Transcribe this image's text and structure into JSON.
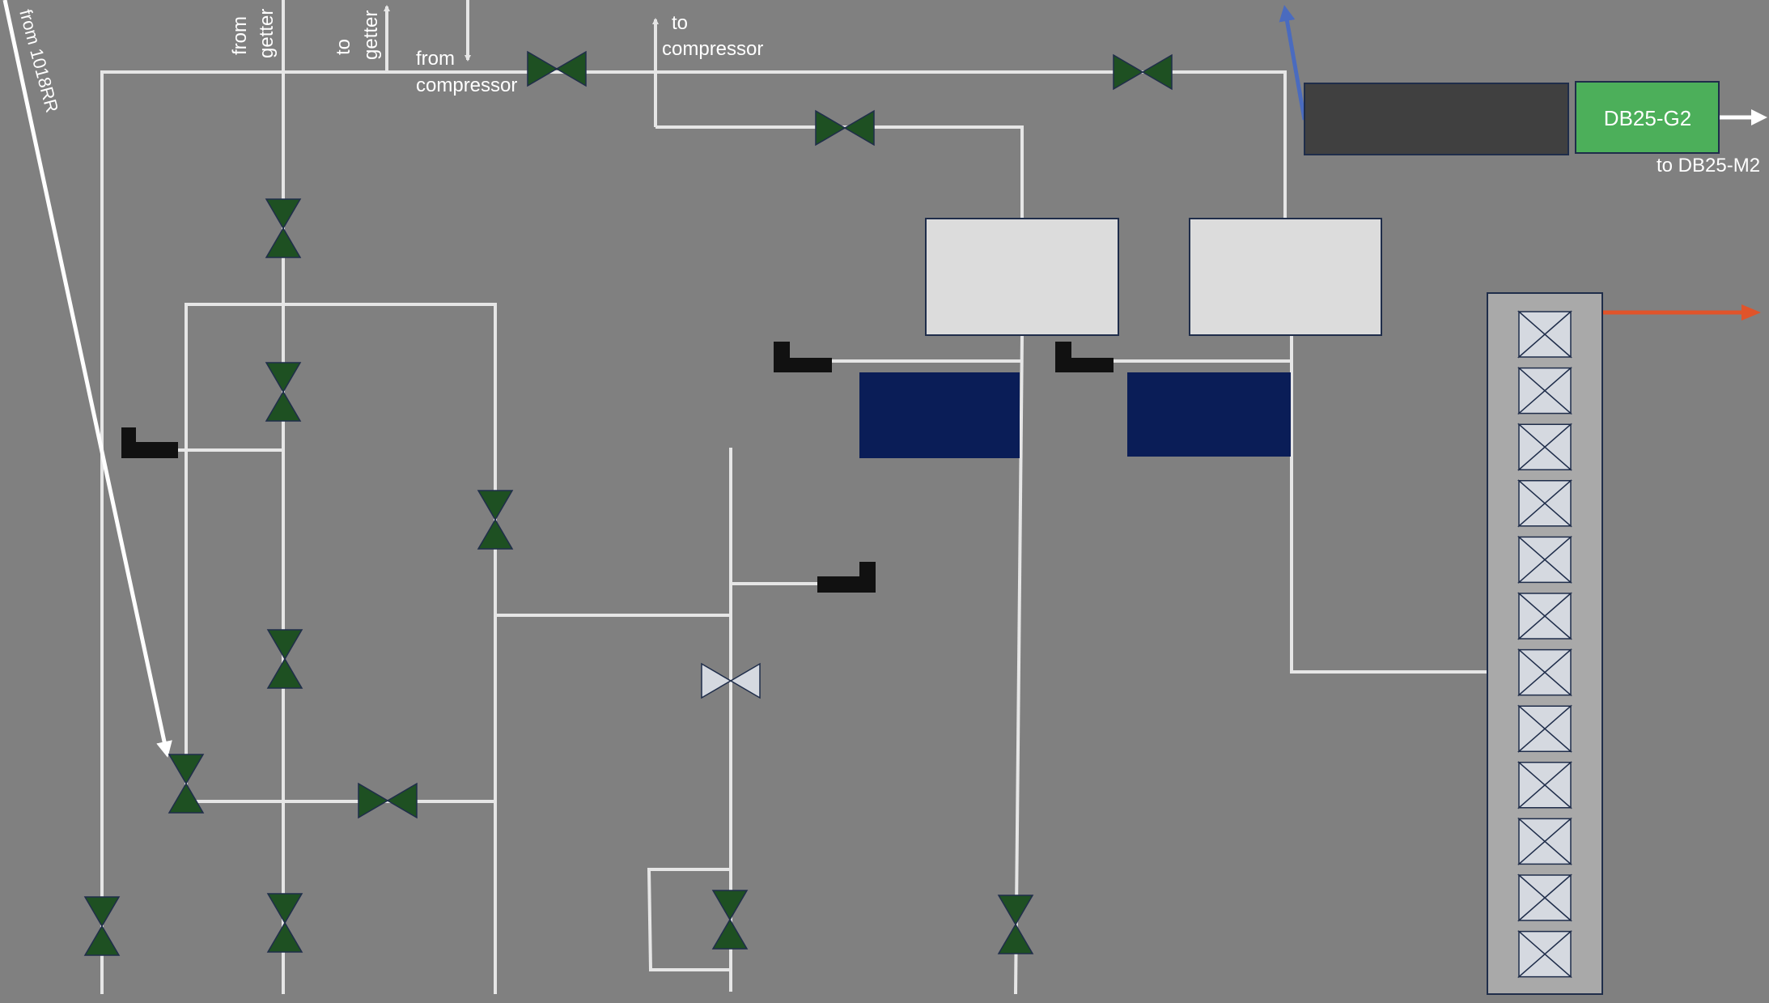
{
  "labels": {
    "from_1018rr": "from 1018RR",
    "from_getter_1": "from",
    "from_getter_2": "getter",
    "to_getter_1": "to",
    "to_getter_2": "getter",
    "from_compressor_1": "from",
    "from_compressor_2": "compressor",
    "to_compressor_1": "to",
    "to_compressor_2": "compressor",
    "db25_g2": "DB25-G2",
    "to_db25_m2": "to DB25-M2"
  },
  "colors": {
    "background": "#808080",
    "pipe": "#e6e6e6",
    "valve_open": "#1e5022",
    "valve_closed": "#d5d9e0",
    "valve_outline": "#1f2d4a",
    "box_light": "#dcdcdc",
    "box_dark": "#404040",
    "box_green": "#4caf5a",
    "box_navy": "#0a1d57",
    "sensor": "#111111",
    "arrow_blue": "#4a6bbf",
    "arrow_orange": "#e0542a",
    "panel": "#a9a9a9"
  },
  "icons": {
    "valve": "bowtie-valve-icon",
    "gauge": "pressure-gauge-icon"
  }
}
